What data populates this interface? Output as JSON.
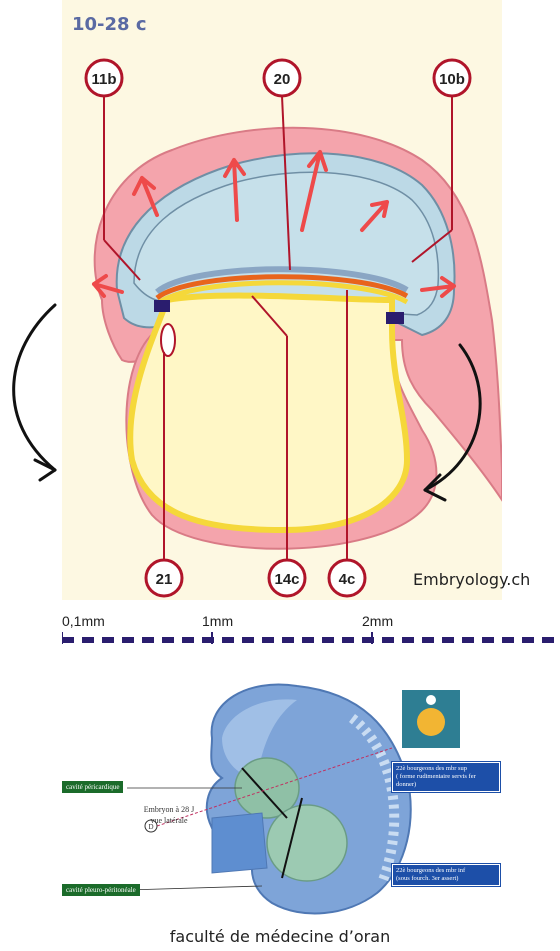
{
  "figure": {
    "label": "10-28 c",
    "callouts_top": [
      "11b",
      "20",
      "10b"
    ],
    "callouts_bottom": [
      "21",
      "14c",
      "4c"
    ]
  },
  "credit": "Embryology.ch",
  "scale": {
    "labels": [
      "0,1mm",
      "1mm",
      "2mm"
    ]
  },
  "embryo": {
    "caption_line1": "Embryon à 28 J",
    "caption_line2": "vue latérale",
    "marker": "D",
    "left_tags": [
      "cavité péricardique",
      "cavité pleuro-péritonéale"
    ],
    "right_tags": [
      "22è bourgeons des mbr sup",
      "( forme rudimentaire servis fer donner)",
      "22è bourgeons des mbr inf",
      "(sous fourch. 3er assert)"
    ]
  },
  "footer": "faculté de médecine d’oran",
  "colors": {
    "ectoderm_pink": "#f4a4ac",
    "amnion_blue": "#bcd9e6",
    "yolk_sac": "#fff7c6",
    "endoderm_yellow": "#f5d83a",
    "mesoderm_orange": "#e8641c",
    "arrows_red": "#ee4a4a",
    "label_circle": "#b0152a"
  }
}
